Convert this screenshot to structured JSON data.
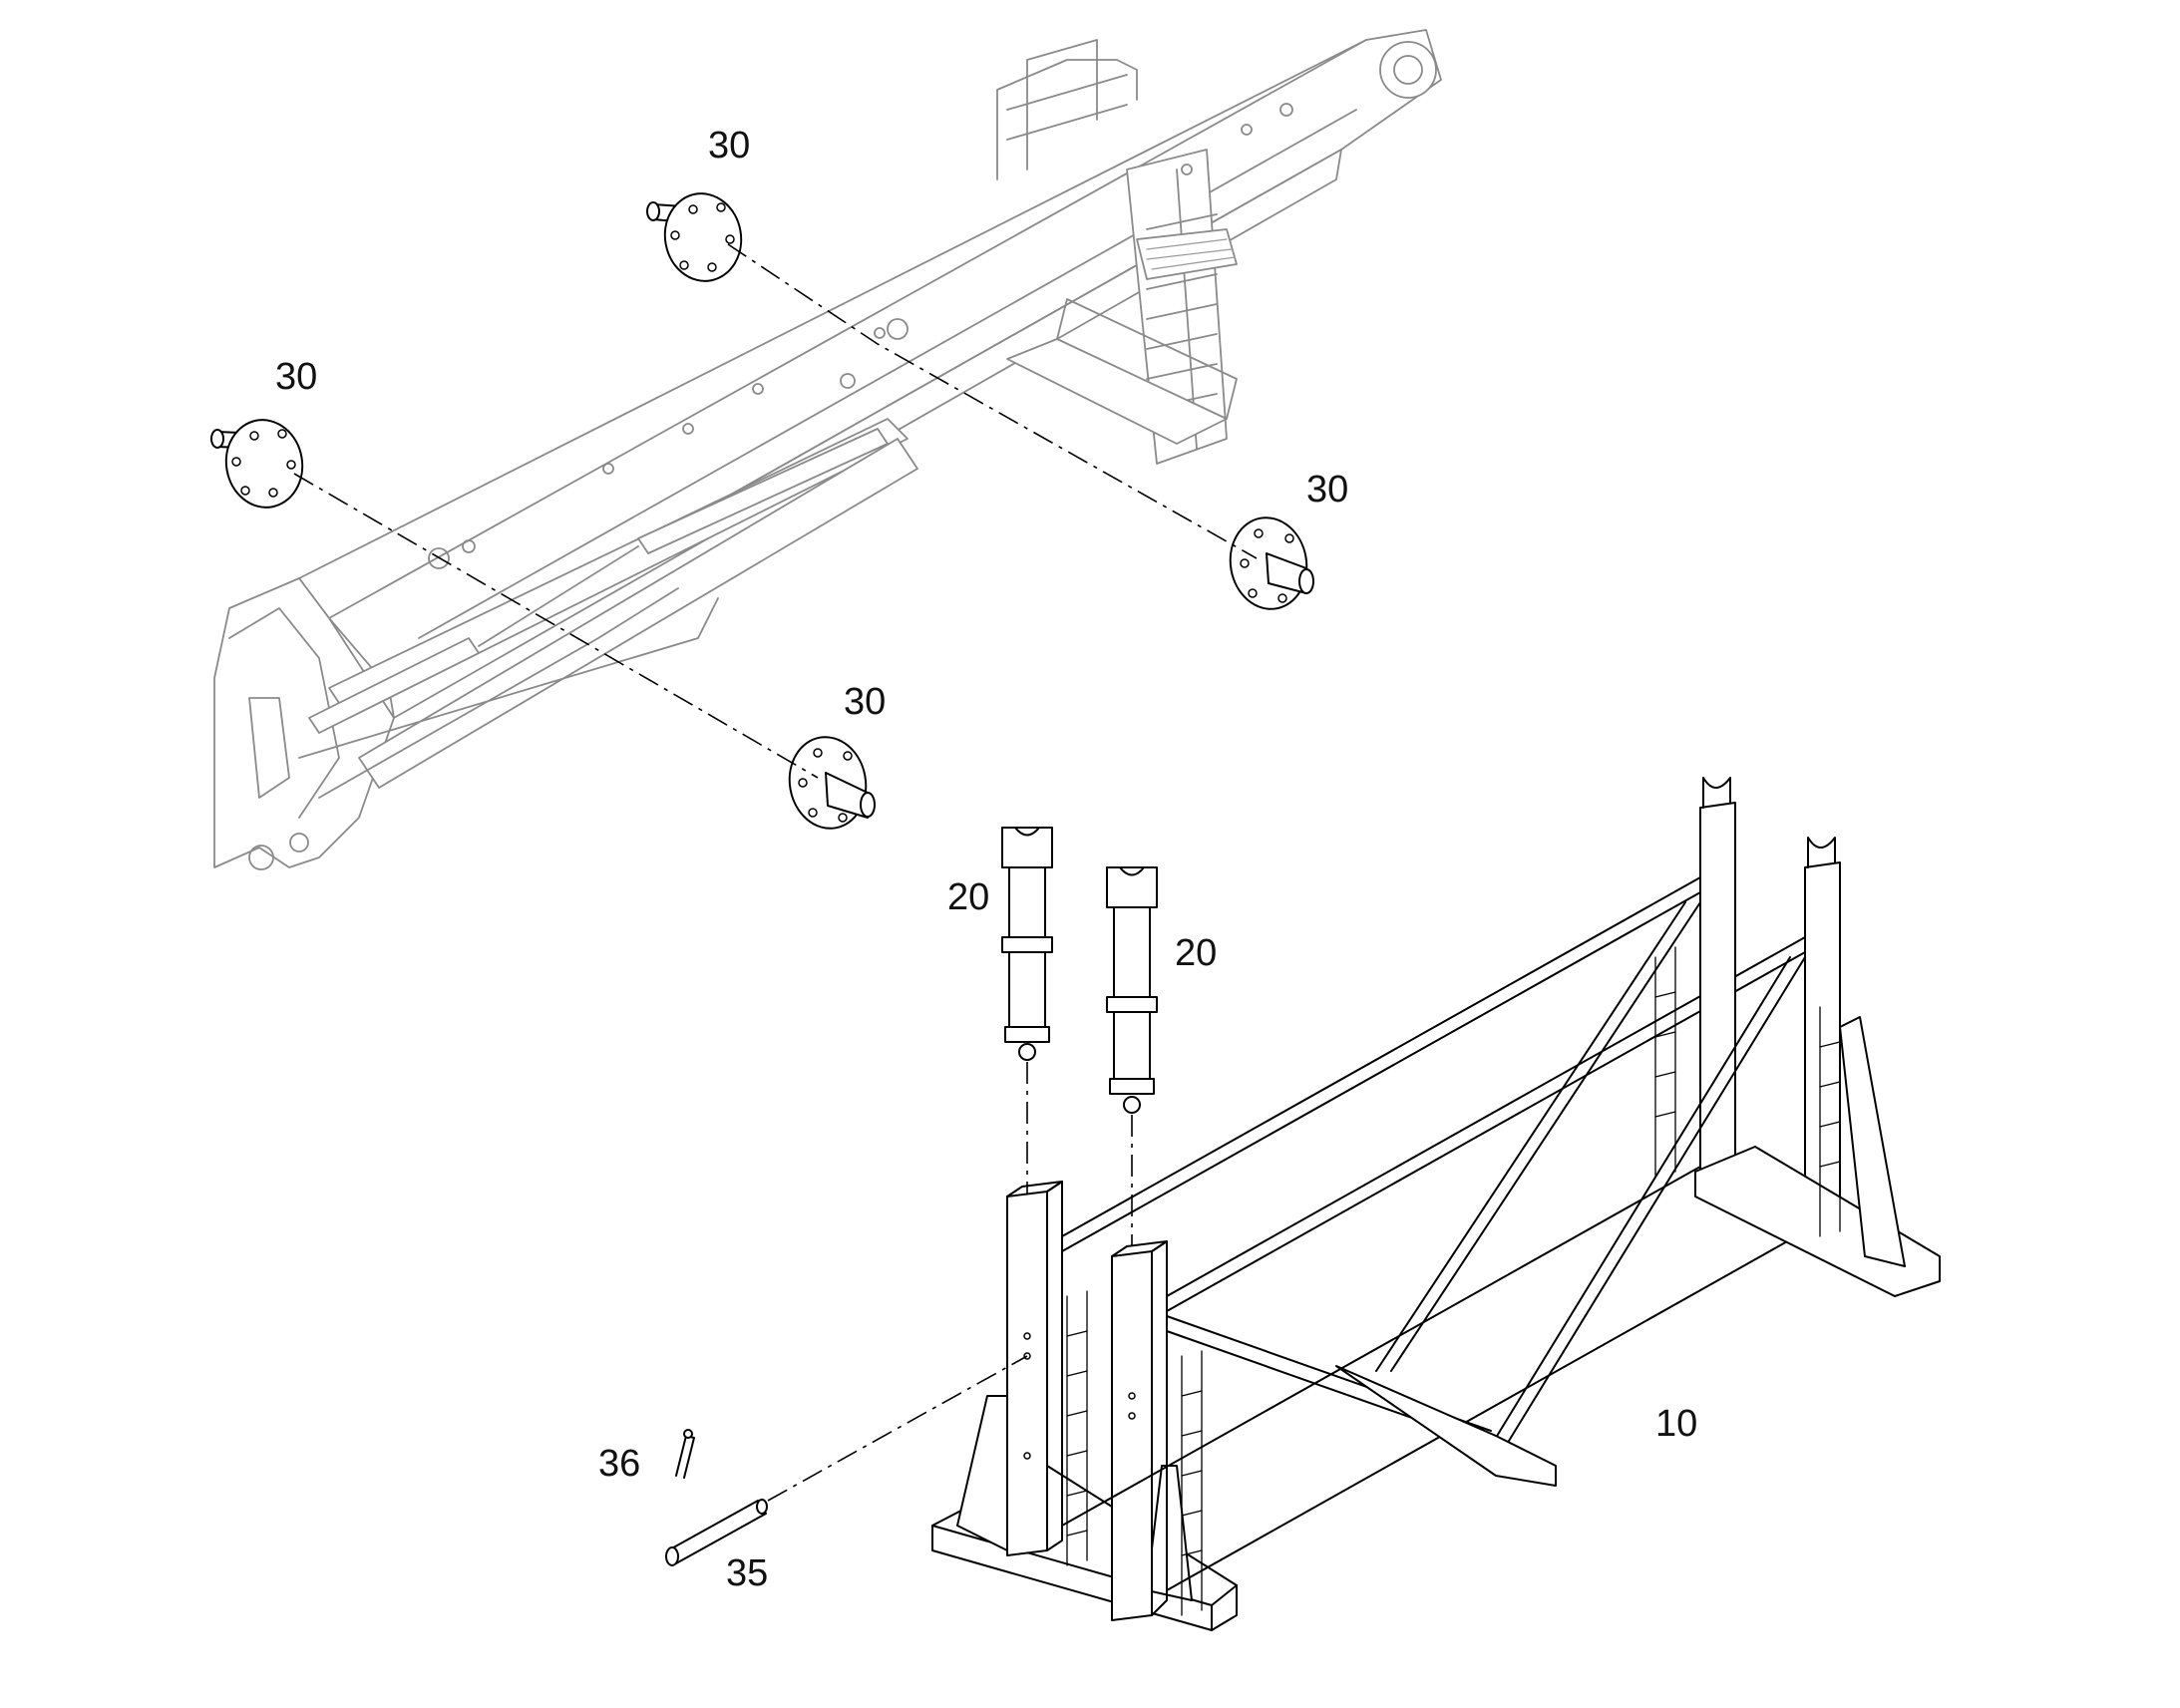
{
  "callouts": {
    "frame": "10",
    "support_left": "20",
    "support_right": "20",
    "pin_top": "30",
    "pin_left": "30",
    "pin_right": "30",
    "pin_bottom": "30",
    "pin": "35",
    "cotter": "36"
  }
}
